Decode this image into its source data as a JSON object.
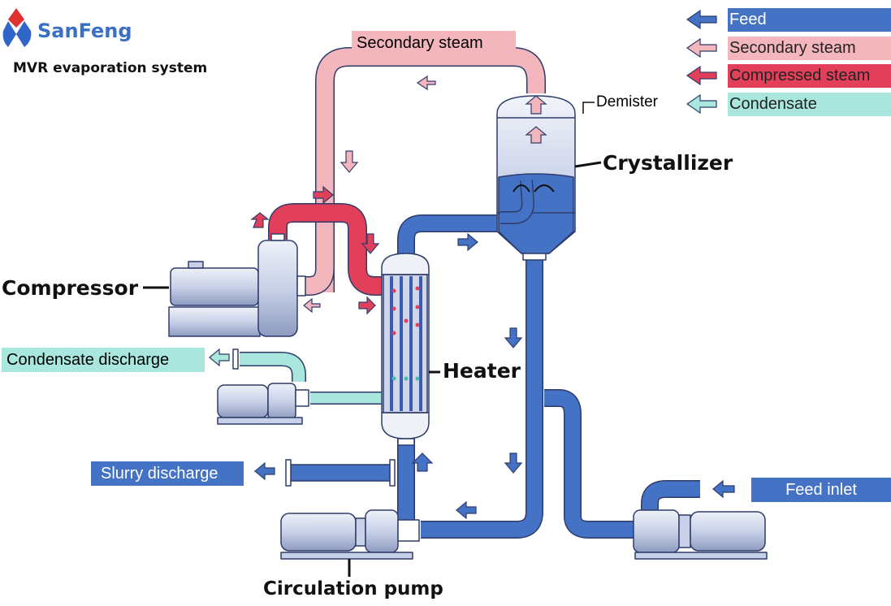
{
  "brand": {
    "name": "SanFeng",
    "subtitle": "MVR evaporation system"
  },
  "legend": [
    {
      "label": "Feed",
      "color": "#4472c4",
      "text_color": "#ffffff"
    },
    {
      "label": "Secondary steam",
      "color": "#f4b6bd",
      "text_color": "#222222"
    },
    {
      "label": "Compressed steam",
      "color": "#e2405a",
      "text_color": "#222222"
    },
    {
      "label": "Condensate",
      "color": "#a9e6dd",
      "text_color": "#222222"
    }
  ],
  "labels": {
    "secondary_steam": "Secondary steam",
    "demister": "Demister",
    "crystallizer": "Crystallizer",
    "compressor": "Compressor",
    "heater": "Heater",
    "condensate_discharge": "Condensate discharge",
    "slurry_discharge": "Slurry discharge",
    "feed_inlet": "Feed inlet",
    "circulation_pump": "Circulation pump"
  },
  "colors": {
    "feed": "#4472c4",
    "secondary_steam": "#f4b6bd",
    "compressed_steam": "#e2405a",
    "condensate": "#a9e6dd",
    "equipment": "#d9dff0",
    "outline": "#2e3c6c"
  },
  "icons": [
    "sanfeng-logo-icon",
    "arrow-icon",
    "motor-icon",
    "pump-icon"
  ]
}
